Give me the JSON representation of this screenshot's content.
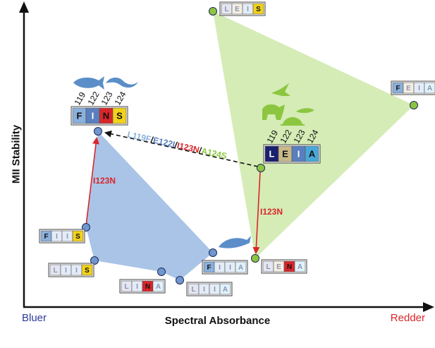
{
  "axes": {
    "x_title": "Spectral Absorbance",
    "y_title": "MII Stability",
    "x_left_end": "Bluer",
    "x_right_end": "Redder"
  },
  "colors": {
    "blue_region": "#a9c4e6",
    "green_region": "#d5ecb6",
    "blue_point": "#6f96cf",
    "green_point": "#8cc640",
    "red_arrow": "#d8262b",
    "dashed_arrow": "#111111"
  },
  "site_numbers": [
    "119",
    "122",
    "123",
    "124"
  ],
  "genotypes": {
    "FINS": {
      "letters": [
        "F",
        "I",
        "N",
        "S"
      ]
    },
    "LEIA": {
      "letters": [
        "L",
        "E",
        "I",
        "A"
      ]
    },
    "LEIS": {
      "letters": [
        "L",
        "E",
        "I",
        "S"
      ]
    },
    "FEIA": {
      "letters": [
        "F",
        "E",
        "I",
        "A"
      ]
    },
    "FIIS": {
      "letters": [
        "F",
        "I",
        "I",
        "S"
      ]
    },
    "LIIS": {
      "letters": [
        "L",
        "I",
        "I",
        "S"
      ]
    },
    "LINA": {
      "letters": [
        "L",
        "I",
        "N",
        "A"
      ]
    },
    "LIIA": {
      "letters": [
        "L",
        "I",
        "I",
        "A"
      ]
    },
    "FIIA": {
      "letters": [
        "F",
        "I",
        "I",
        "A"
      ]
    },
    "LENA": {
      "letters": [
        "L",
        "E",
        "N",
        "A"
      ]
    }
  },
  "arrows": {
    "red_label": "I123N",
    "red_label_right": "I123N",
    "dashed_label": [
      {
        "text": "L119F",
        "color": "#8ab0dc"
      },
      {
        "text": "/",
        "color": "#111111"
      },
      {
        "text": "E122I",
        "color": "#5a7fbf"
      },
      {
        "text": "/",
        "color": "#111111"
      },
      {
        "text": "I123N",
        "color": "#d8262b"
      },
      {
        "text": "/",
        "color": "#111111"
      },
      {
        "text": "A124S",
        "color": "#8cc640"
      }
    ]
  },
  "icons": {
    "fish": "fish-icon",
    "eel": "eel-icon",
    "bird": "bird-icon",
    "dog": "dog-icon",
    "turtle": "turtle-icon",
    "salamander": "salamander-icon",
    "coelacanth": "coelacanth-icon"
  }
}
